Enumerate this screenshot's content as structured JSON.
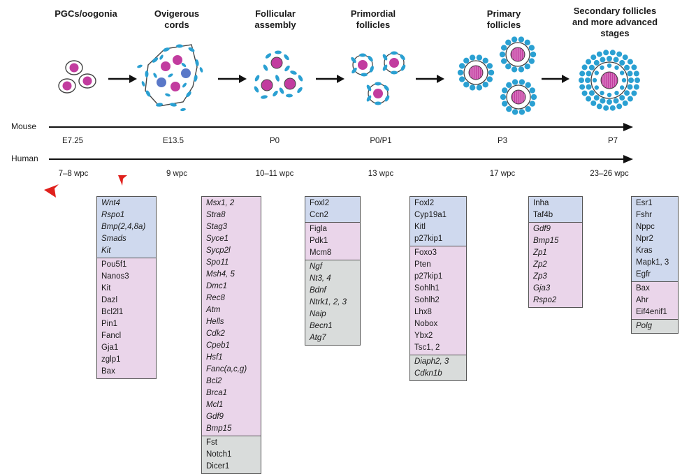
{
  "stages": [
    {
      "title": "PGCs/oogonia"
    },
    {
      "title": "Ovigerous\ncords"
    },
    {
      "title": "Follicular\nassembly"
    },
    {
      "title": "Primordial\nfollicles"
    },
    {
      "title": "Primary\nfollicles"
    },
    {
      "title": "Secondary follicles\nand more advanced\nstages"
    }
  ],
  "timelines": {
    "mouse": {
      "label": "Mouse",
      "ticks": [
        "E7.25",
        "E13.5",
        "P0",
        "P0/P1",
        "P3",
        "P7"
      ]
    },
    "human": {
      "label": "Human",
      "ticks": [
        "7–8 wpc",
        "9 wpc",
        "10–11 wpc",
        "13 wpc",
        "17 wpc",
        "23–26 wpc"
      ]
    }
  },
  "colors": {
    "oocyte": "#c23c9f",
    "granulosa": "#2aa0d2",
    "germ_blue": "#5a78c8",
    "blue_section": "#cfd9ee",
    "pink_section": "#ead5ea",
    "grey_section": "#d9dcdb",
    "marker": "#e0201c"
  },
  "gene_boxes": [
    {
      "sections": [
        {
          "color": "blue",
          "italic": true,
          "genes": [
            "Wnt4",
            "Rspo1",
            "Bmp(2,4,8a)",
            "Smads",
            "Kit"
          ]
        },
        {
          "color": "pink",
          "italic": false,
          "genes": [
            "Pou5f1",
            "Nanos3",
            "Kit",
            "Dazl",
            "Bcl2l1",
            "Pin1",
            "Fancl",
            "Gja1",
            "zglp1",
            "Bax"
          ]
        }
      ]
    },
    {
      "sections": [
        {
          "color": "pink",
          "italic": true,
          "genes": [
            "Msx1, 2",
            "Stra8",
            "Stag3",
            "Syce1",
            "Sycp2l",
            "Spo11",
            "Msh4, 5",
            "Dmc1",
            "Rec8",
            "Atm",
            "Hells",
            "Cdk2",
            "Cpeb1",
            "Hsf1",
            "Fanc(a,c,g)",
            "Bcl2",
            "Brca1",
            "Mcl1",
            "Gdf9",
            "Bmp15"
          ]
        },
        {
          "color": "grey",
          "italic": false,
          "genes": [
            "Fst",
            "Notch1",
            "Dicer1"
          ]
        }
      ]
    },
    {
      "sections": [
        {
          "color": "blue",
          "italic": false,
          "genes": [
            "Foxl2",
            "Ccn2"
          ]
        },
        {
          "color": "pink",
          "italic": false,
          "genes": [
            "Figla",
            "Pdk1",
            "Mcm8"
          ]
        },
        {
          "color": "grey",
          "italic": true,
          "genes": [
            "Ngf",
            "Nt3, 4",
            "Bdnf",
            "Ntrk1, 2, 3",
            "Naip",
            "Becn1",
            "Atg7"
          ]
        }
      ]
    },
    {
      "sections": [
        {
          "color": "blue",
          "italic": false,
          "genes": [
            "Foxl2",
            "Cyp19a1",
            "Kitl",
            "p27kip1"
          ]
        },
        {
          "color": "pink",
          "italic": false,
          "genes": [
            "Foxo3",
            "Pten",
            "p27kip1",
            "Sohlh1",
            "Sohlh2",
            "Lhx8",
            "Nobox",
            "Ybx2",
            "Tsc1, 2"
          ]
        },
        {
          "color": "grey",
          "italic": true,
          "genes": [
            "Diaph2, 3",
            "Cdkn1b"
          ]
        }
      ]
    },
    {
      "sections": [
        {
          "color": "blue",
          "italic": false,
          "genes": [
            "Inha",
            "Taf4b"
          ]
        },
        {
          "color": "pink",
          "italic": true,
          "genes": [
            "Gdf9",
            "Bmp15",
            "Zp1",
            "Zp2",
            "Zp3",
            "Gja3",
            "Rspo2"
          ]
        }
      ]
    },
    {
      "sections": [
        {
          "color": "blue",
          "italic": false,
          "genes": [
            "Esr1",
            "Fshr",
            "Nppc",
            "Npr2",
            "Kras",
            "Mapk1, 3",
            "Egfr"
          ]
        },
        {
          "color": "pink",
          "italic": false,
          "genes": [
            "Bax",
            "Ahr",
            "Eif4enif1"
          ]
        },
        {
          "color": "grey",
          "italic": true,
          "genes": [
            "Polg"
          ]
        }
      ]
    }
  ]
}
